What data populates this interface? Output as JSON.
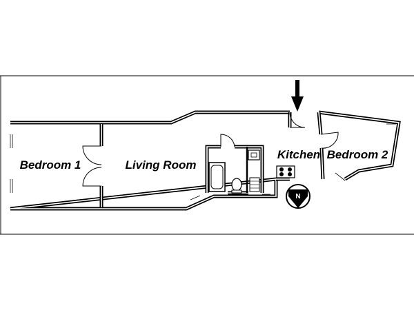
{
  "rooms": {
    "bedroom1": "Bedroom 1",
    "living_room": "Living Room",
    "kitchen": "Kitchen",
    "bedroom2": "Bedroom 2"
  },
  "compass": {
    "north_letter": "N"
  },
  "colors": {
    "wall": "#000000",
    "wall_fill": "#ffffff",
    "window": "#888888",
    "background": "#ffffff"
  },
  "icons": {
    "entrance": "down-arrow-icon",
    "compass": "north-compass-icon",
    "bathtub": "bathtub-icon",
    "toilet": "toilet-icon",
    "sink": "sink-icon",
    "stove": "stove-icon"
  }
}
